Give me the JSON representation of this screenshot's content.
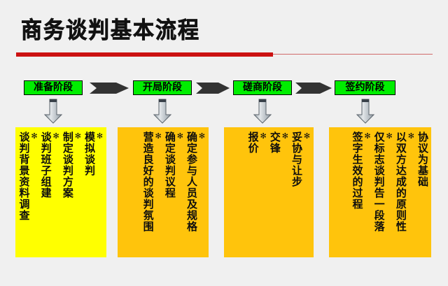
{
  "slide": {
    "title": "商务谈判基本流程",
    "background_color": "#f0f0f0",
    "accent_color": "#cc1212",
    "stage_box_color": "#00ee00",
    "panel_colors": [
      "#ffff00",
      "#ffc40c",
      "#ffc40c",
      "#ffc40c"
    ],
    "bullet_glyph": "✻"
  },
  "stages": [
    {
      "label": "准备阶段"
    },
    {
      "label": "开局阶段"
    },
    {
      "label": "磋商阶段"
    },
    {
      "label": "签约阶段"
    }
  ],
  "panels": [
    {
      "stage": "准备阶段",
      "items": [
        {
          "bullet": "✻",
          "text": "模拟谈判"
        },
        {
          "bullet": "✻",
          "text": "制定谈判方案"
        },
        {
          "bullet": "✻",
          "text": "谈判班子组建"
        },
        {
          "bullet": "✻",
          "text": "谈判背景资料调查"
        }
      ]
    },
    {
      "stage": "开局阶段",
      "items": [
        {
          "bullet": "✻",
          "text": "确定参与人员及规格"
        },
        {
          "bullet": "✻",
          "text": "确定谈判议程"
        },
        {
          "bullet": "✻",
          "text": "营造良好的谈判氛围"
        }
      ]
    },
    {
      "stage": "磋商阶段",
      "items": [
        {
          "bullet": "✻",
          "text": "妥协与让步"
        },
        {
          "bullet": "✻",
          "text": "交锋"
        },
        {
          "bullet": "✻",
          "text": "报价"
        }
      ]
    },
    {
      "stage": "签约阶段",
      "items": [
        {
          "bullet": "",
          "text": "协议为基础"
        },
        {
          "bullet": "✻",
          "text": "以双方达成的原则性"
        },
        {
          "bullet": "✻",
          "text": "仅标志谈判告一段落"
        },
        {
          "bullet": "✻",
          "text": "签字生效的过程"
        }
      ]
    }
  ]
}
